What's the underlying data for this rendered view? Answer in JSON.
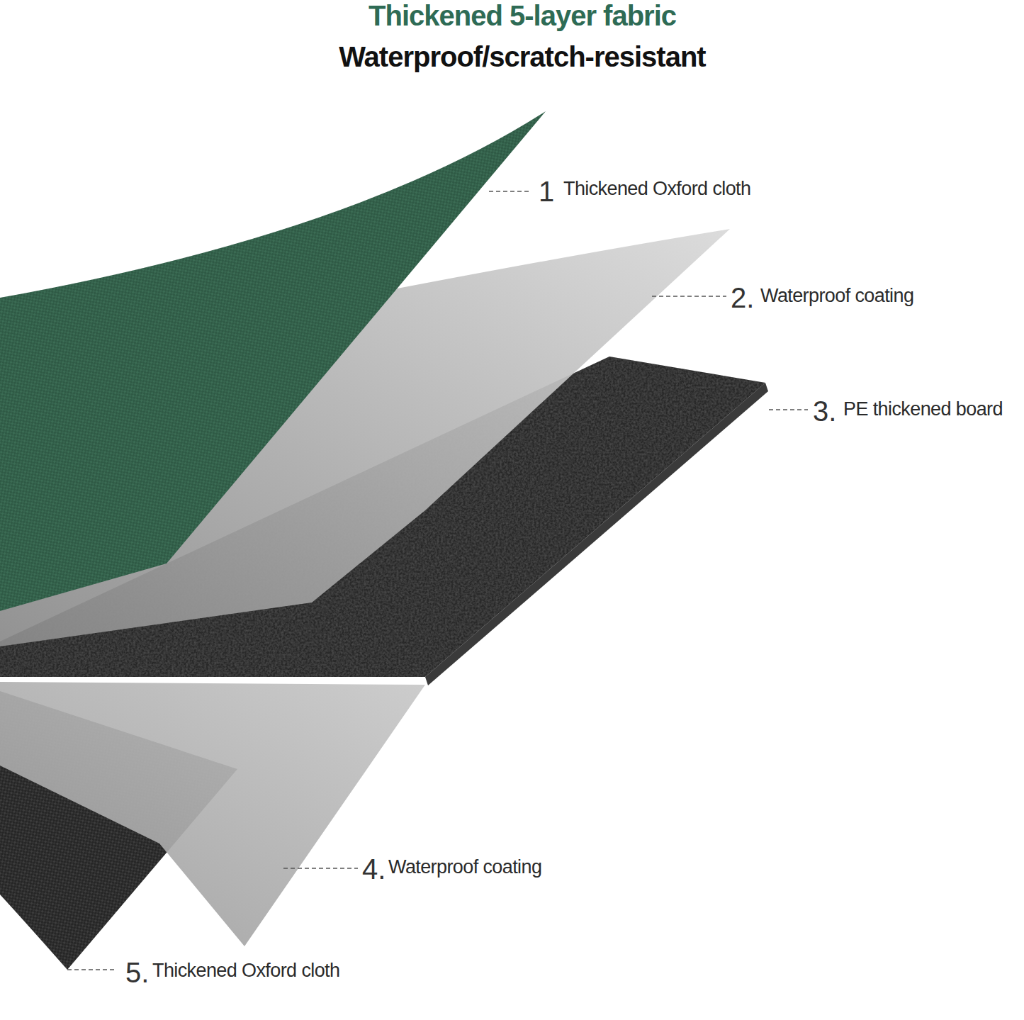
{
  "diagram": {
    "title": "Thickened 5-layer fabric",
    "labels": [
      "Waterproof/scratch-resistant",
      "1",
      "Thickened Oxford cloth",
      "2.",
      "Waterproof coating",
      "3.",
      "PE thickened board",
      "4.",
      "Waterproof coating",
      "5.",
      "Thickened Oxford cloth"
    ]
  }
}
